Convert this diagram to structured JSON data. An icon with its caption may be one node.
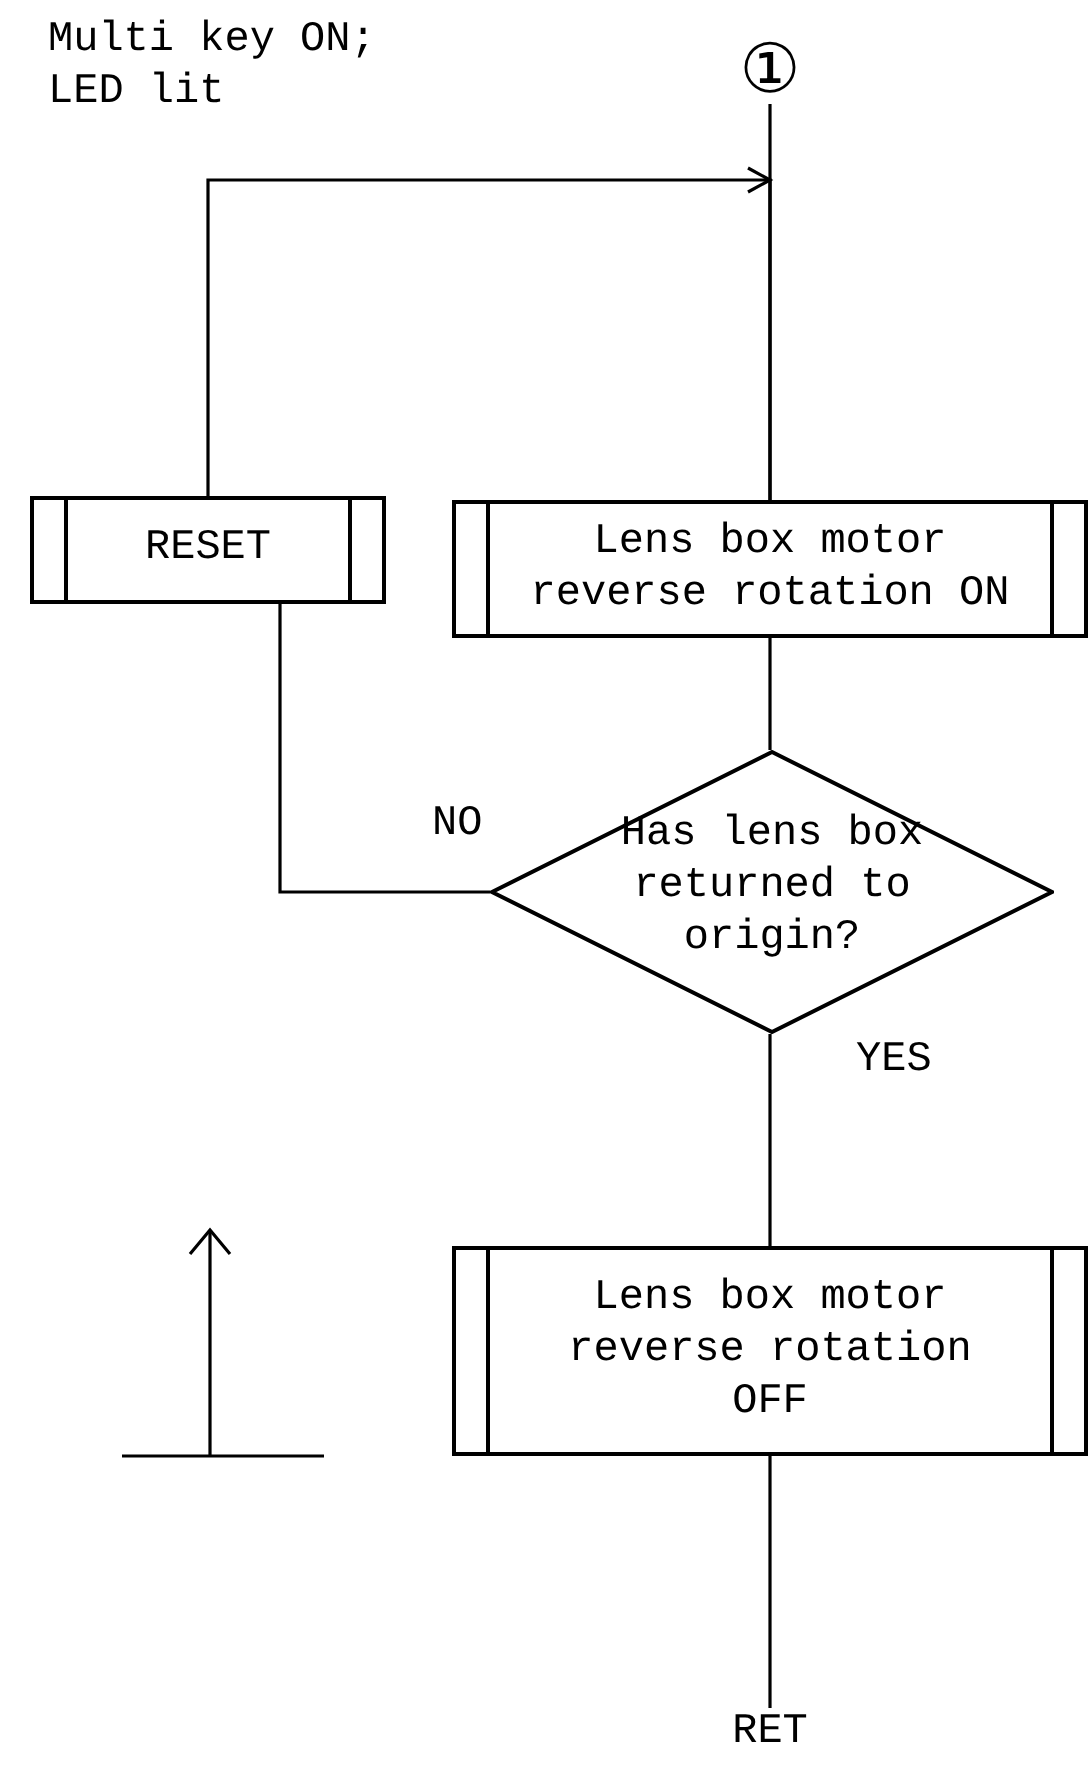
{
  "diagram": {
    "nodes": [
      {
        "text": [
          "①"
        ]
      },
      {
        "text": [
          "RESET"
        ]
      },
      {
        "text": [
          "Lens box motor reverse rotation ON"
        ]
      },
      {
        "text": [
          "Has lens box returned to origin?"
        ]
      },
      {
        "text": [
          "Lens box motor reverse rotation OFF"
        ]
      },
      {
        "text": [
          "RET"
        ]
      }
    ],
    "edges": [
      {
        "from": 0,
        "to": 2,
        "arrow": "none"
      },
      {
        "from": 1,
        "to": 2,
        "arrow": "to"
      },
      {
        "from": 3,
        "to": 1,
        "arrow": "none",
        "label": "NO"
      },
      {
        "from": 2,
        "to": 3,
        "arrow": "none"
      },
      {
        "from": 3,
        "to": 4,
        "arrow": "none",
        "label": "YES"
      },
      {
        "from": 4,
        "to": 5,
        "arrow": "none"
      }
    ],
    "labels": [
      "Multi key ON; LED lit"
    ]
  }
}
